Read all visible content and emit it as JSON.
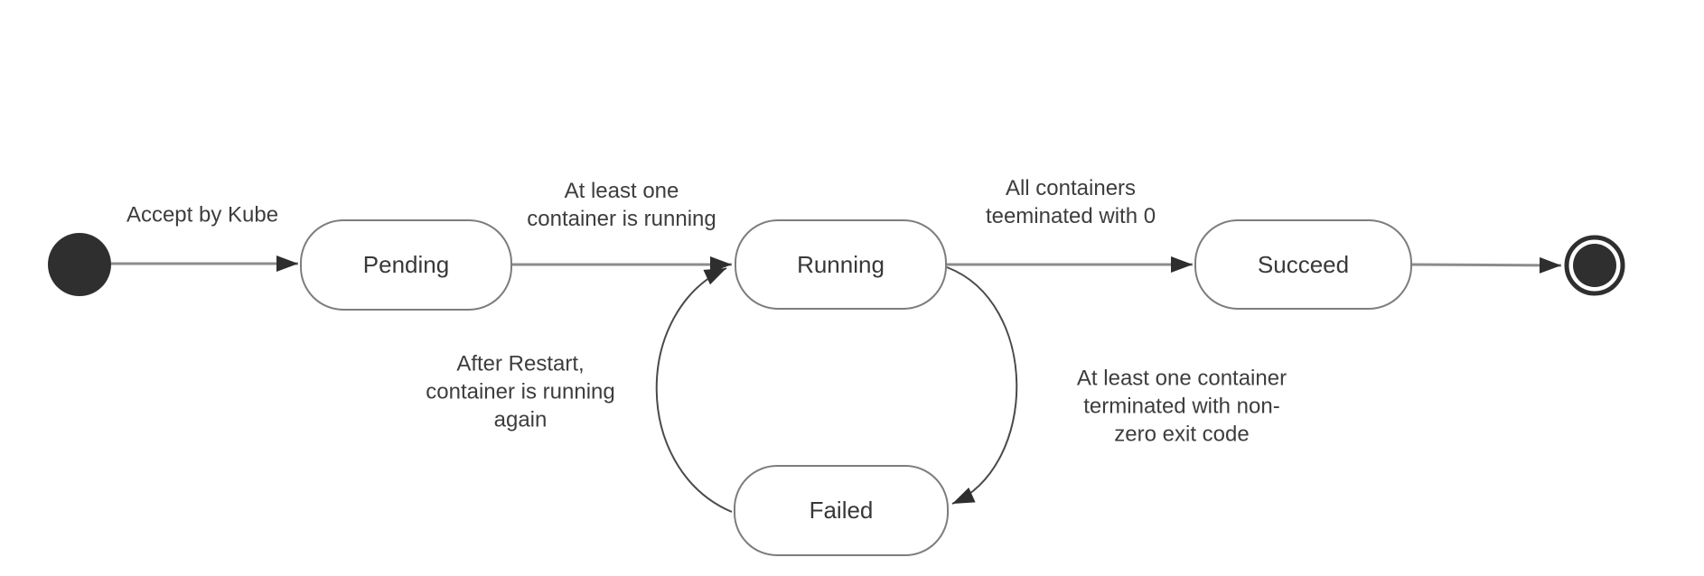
{
  "diagram_type": "uml-state-diagram",
  "colors": {
    "background": "#ffffff",
    "state_fill": "#ffffff",
    "state_border": "#7d7d7d",
    "state_text": "#383838",
    "edge_line": "#8c8c8c",
    "loop_line": "#4a4a4a",
    "arrow_head": "#2e2e2e",
    "terminal_node": "#2f2f2f"
  },
  "terminals": {
    "initial": {
      "type": "initial-state"
    },
    "final": {
      "type": "final-state"
    }
  },
  "states": [
    {
      "id": "pending",
      "label": "Pending"
    },
    {
      "id": "running",
      "label": "Running"
    },
    {
      "id": "succeed",
      "label": "Succeed"
    },
    {
      "id": "failed",
      "label": "Failed"
    }
  ],
  "edges": [
    {
      "from": "initial",
      "to": "pending",
      "label": "Accept by Kube"
    },
    {
      "from": "pending",
      "to": "running",
      "label": "At least one\ncontainer is running"
    },
    {
      "from": "running",
      "to": "succeed",
      "label": "All containers\nteeminated with 0"
    },
    {
      "from": "succeed",
      "to": "final",
      "label": ""
    },
    {
      "from": "failed",
      "to": "running",
      "label": "After Restart,\ncontainer is running\nagain"
    },
    {
      "from": "running",
      "to": "failed",
      "label": "At least one container\nterminated with non-\nzero exit code"
    }
  ]
}
